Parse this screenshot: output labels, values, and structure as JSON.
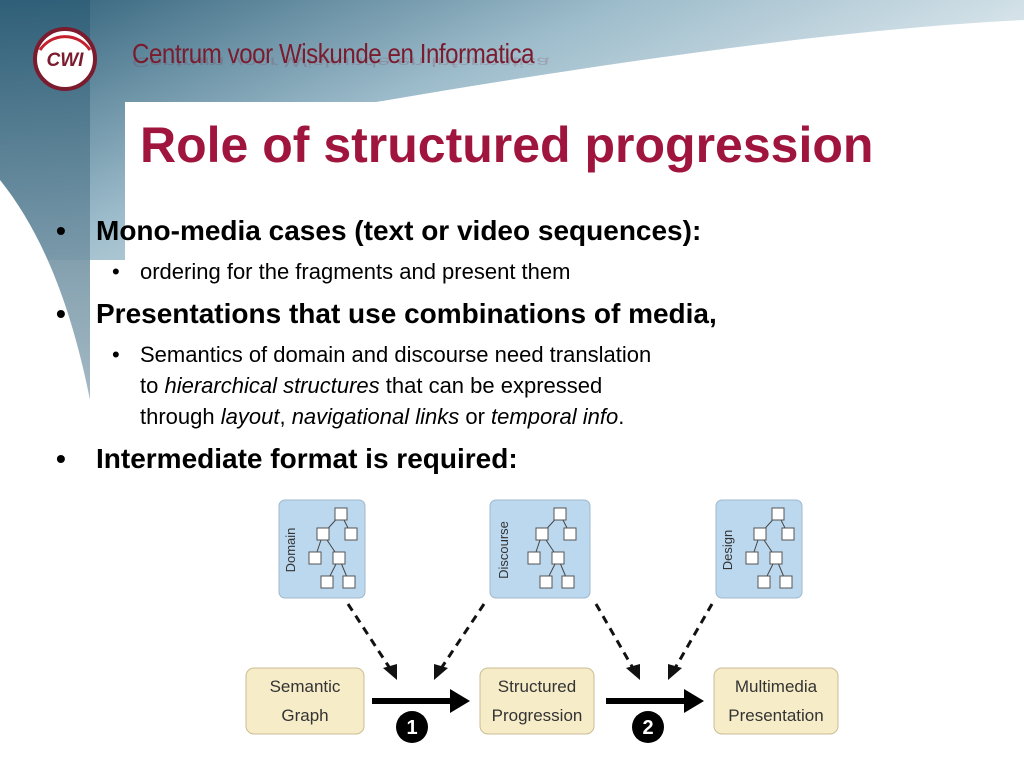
{
  "header": {
    "logo_text": "CWI",
    "org_name": "Centrum voor Wiskunde en Informatica"
  },
  "slide": {
    "title": "Role of structured progression",
    "bullets": [
      {
        "text": "Mono-media cases (text or video sequences):"
      },
      {
        "text": "ordering for the fragments and present them"
      },
      {
        "text": "Presentations that use combinations of media,"
      },
      {
        "line1": "Semantics of domain and discourse need translation",
        "line2_pre": "to ",
        "line2_em": "hierarchical structures",
        "line2_post": " that can be expressed",
        "line3_pre": "through ",
        "line3_em1": "layout",
        "line3_mid1": ", ",
        "line3_em2": "navigational links",
        "line3_mid2": " or ",
        "line3_em3": "temporal info",
        "line3_post": "."
      },
      {
        "text": "Intermediate format is required:"
      }
    ],
    "bullet_symbol": "•"
  },
  "diagram": {
    "trees": [
      "Domain",
      "Discourse",
      "Design"
    ],
    "boxes": [
      {
        "line1": "Semantic",
        "line2": "Graph"
      },
      {
        "line1": "Structured",
        "line2": "Progression"
      },
      {
        "line1": "Multimedia",
        "line2": "Presentation"
      }
    ],
    "steps": [
      "1",
      "2"
    ],
    "colors": {
      "tree_fill": "#bcd8ee",
      "box_fill": "#f6ecc8",
      "title": "#a0153e",
      "org": "#7a1b2e"
    }
  }
}
